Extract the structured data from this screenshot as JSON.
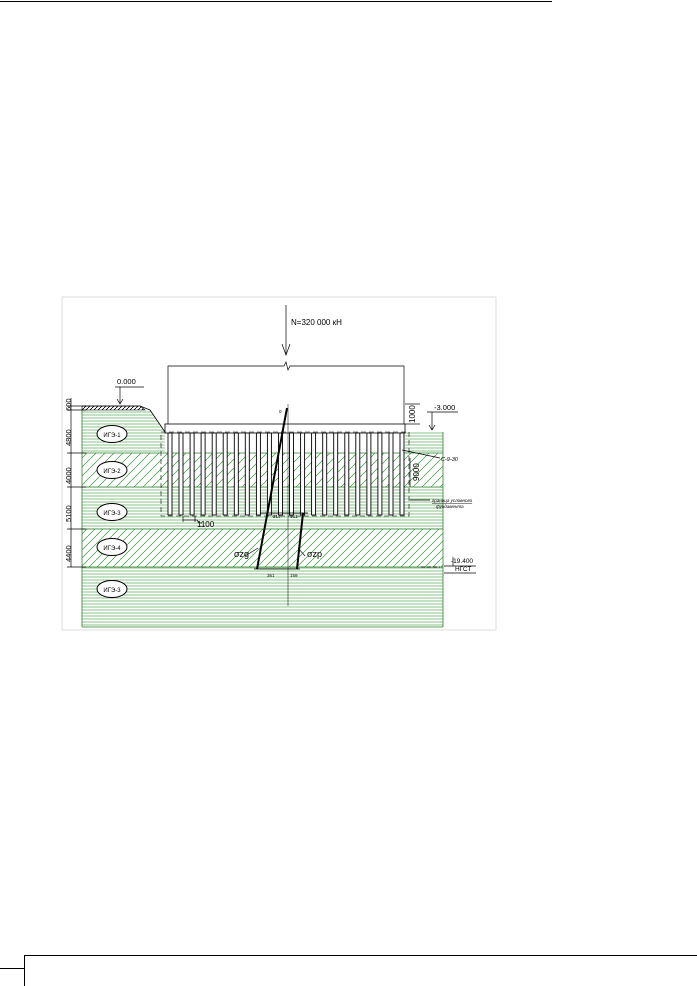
{
  "load_label": "N=320 000 кН",
  "level_ground": "0.000",
  "level_foundation": "-3.000",
  "level_bottom": "-19.400",
  "level_bottom_note": "НГСТ",
  "pile_label": "С-9-30",
  "conditional_foundation_label": [
    "граница условного",
    "фундамента"
  ],
  "pile_spacing": "1100",
  "pile_length_dim": "9000",
  "raft_height_dim": "1000",
  "layer_thickness_dims": [
    "600",
    "4800",
    "4000",
    "5100",
    "4400"
  ],
  "layers": [
    "ИГЭ-1",
    "ИГЭ-2",
    "ИГЭ-3",
    "ИГЭ-4",
    "ИГЭ-3"
  ],
  "sigma_zg": "σzg",
  "sigma_zp": "σzp",
  "sigma_values": {
    "top_zg": "0",
    "mid_zg": "214",
    "mid_zp": "161",
    "bottom_zg": "361",
    "bottom_zp": "159"
  },
  "colors": {
    "soil_hatch": "#3c9a3c",
    "background": "#ffffff"
  }
}
